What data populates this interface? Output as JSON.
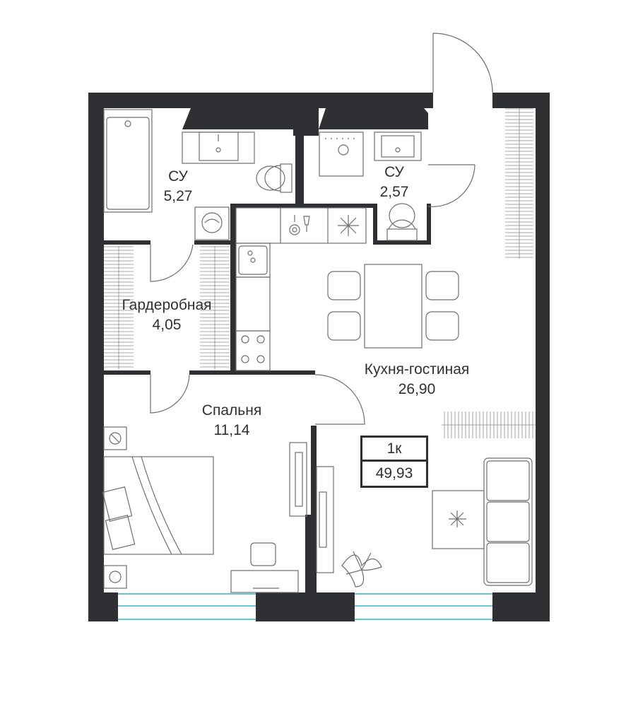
{
  "rooms": [
    {
      "id": "bath-1",
      "name": "СУ",
      "area": "5,27"
    },
    {
      "id": "bath-2",
      "name": "СУ",
      "area": "2,57"
    },
    {
      "id": "wardrobe",
      "name": "Гардеробная",
      "area": "4,05"
    },
    {
      "id": "living",
      "name": "Кухня-гостиная",
      "area": "26,90"
    },
    {
      "id": "bedroom",
      "name": "Спальня",
      "area": "11,14"
    }
  ],
  "summary": {
    "rooms_count": "1к",
    "total_area": "49,93"
  },
  "colors": {
    "wall": "#2f3033",
    "line": "#6d6e71",
    "window": "#39b5c6"
  }
}
